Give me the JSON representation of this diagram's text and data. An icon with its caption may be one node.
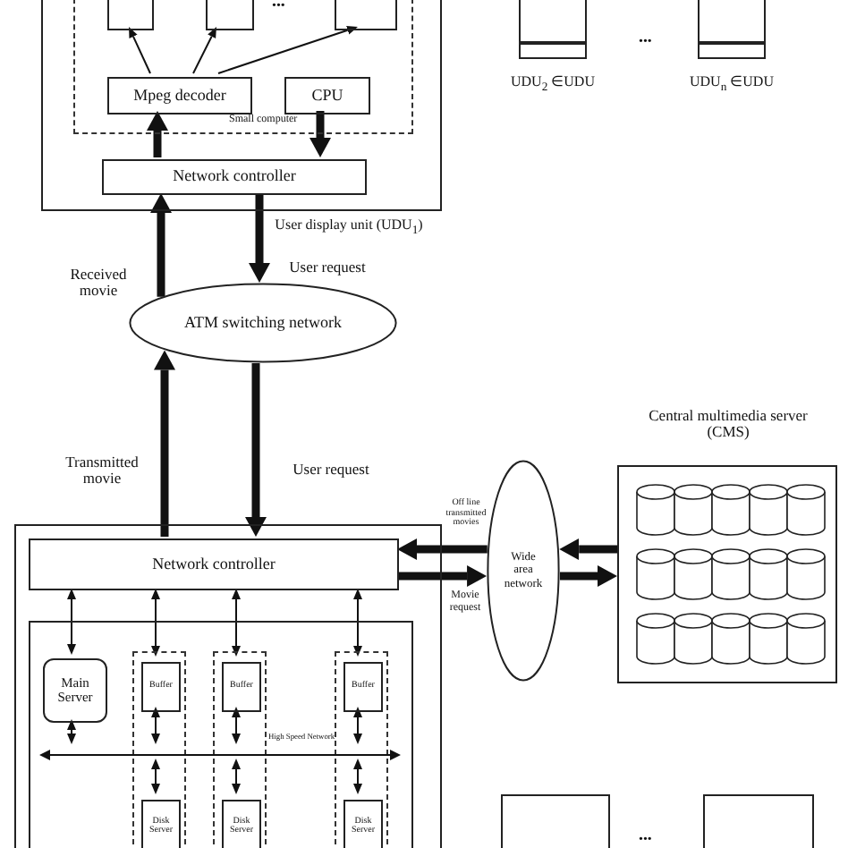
{
  "diagram": {
    "nodes": [
      {
        "text": [],
        "shape": "box",
        "beside": [
          "User display unit (UDU$_{1}$)"
        ]
      },
      {
        "text": [
          "Small computer"
        ],
        "in": 0
      },
      {
        "text": [],
        "shape": "box",
        "in": 1
      },
      {
        "text": [],
        "shape": "box",
        "in": 1
      },
      {
        "text": [],
        "shape": "box",
        "in": 1
      },
      {
        "text": [
          "Mpeg decoder"
        ],
        "in": 1
      },
      {
        "text": [
          "CPU"
        ],
        "in": 1
      },
      {
        "text": [
          "Network controller"
        ],
        "in": 0
      },
      {
        "text": [],
        "shape": "box",
        "beside": [
          "UDU$_{2}$ ∈UDU"
        ]
      },
      {
        "text": [],
        "shape": "box",
        "beside": [
          "UDU$_{n}$ ∈UDU"
        ]
      },
      {
        "text": [
          "ATM switching network"
        ]
      },
      {
        "text": [],
        "shape": "box"
      },
      {
        "text": [
          "Network controller"
        ],
        "in": 11
      },
      {
        "text": [],
        "shape": "box",
        "in": 11
      },
      {
        "text": [
          "Main Server"
        ],
        "in": 13
      },
      {
        "text": [],
        "shape": "box",
        "in": 13
      },
      {
        "text": [],
        "shape": "box",
        "in": 13
      },
      {
        "text": [],
        "shape": "box",
        "in": 13
      },
      {
        "text": [
          "Buffer"
        ],
        "in": 15
      },
      {
        "text": [
          "Disk Server"
        ],
        "in": 15
      },
      {
        "text": [
          "Buffer"
        ],
        "in": 16
      },
      {
        "text": [
          "Disk Server"
        ],
        "in": 16
      },
      {
        "text": [
          "Buffer"
        ],
        "in": 17
      },
      {
        "text": [
          "Disk Server"
        ],
        "in": 17
      },
      {
        "text": [
          "High Speed Network"
        ],
        "in": 13
      },
      {
        "text": [
          "Wide area network"
        ]
      },
      {
        "text": [
          "Central multimedia server (CMS)"
        ]
      },
      {
        "text": [],
        "shape": "box"
      },
      {
        "text": [],
        "shape": "box"
      }
    ],
    "edges": [
      {
        "from": 5,
        "to": 2,
        "arrow": "to"
      },
      {
        "from": 5,
        "to": 3,
        "arrow": "to"
      },
      {
        "from": 5,
        "to": 4,
        "arrow": "to"
      },
      {
        "from": 7,
        "to": 5,
        "arrow": "to",
        "style": "thick"
      },
      {
        "from": 6,
        "to": 7,
        "arrow": "to",
        "style": "thick"
      },
      {
        "from": 10,
        "to": 7,
        "arrow": "to",
        "style": "thick",
        "label": "Received movie"
      },
      {
        "from": 7,
        "to": 10,
        "arrow": "to",
        "style": "thick",
        "label": "User request"
      },
      {
        "from": 12,
        "to": 10,
        "arrow": "to",
        "style": "thick",
        "label": "Transmitted movie"
      },
      {
        "from": 10,
        "to": 12,
        "arrow": "to",
        "style": "thick",
        "label": "User request"
      },
      {
        "from": 25,
        "to": 12,
        "arrow": "to",
        "style": "thick",
        "label": "Off line transmitted movies"
      },
      {
        "from": 12,
        "to": 25,
        "arrow": "to",
        "style": "thick",
        "label": "Movie request"
      },
      {
        "from": 26,
        "to": 25,
        "arrow": "to",
        "style": "thick"
      },
      {
        "from": 25,
        "to": 26,
        "arrow": "to",
        "style": "thick"
      },
      {
        "from": 12,
        "to": 14,
        "arrow": "both"
      },
      {
        "from": 12,
        "to": 18,
        "arrow": "both"
      },
      {
        "from": 12,
        "to": 20,
        "arrow": "both"
      },
      {
        "from": 12,
        "to": 22,
        "arrow": "both"
      },
      {
        "from": 14,
        "to": 24,
        "arrow": "both"
      },
      {
        "from": 18,
        "to": 24,
        "arrow": "both"
      },
      {
        "from": 20,
        "to": 24,
        "arrow": "both"
      },
      {
        "from": 22,
        "to": 24,
        "arrow": "both"
      },
      {
        "from": 24,
        "to": 19,
        "arrow": "both"
      },
      {
        "from": 24,
        "to": 21,
        "arrow": "both"
      },
      {
        "from": 24,
        "to": 23,
        "arrow": "both"
      }
    ],
    "labels": [
      "•••",
      "•••",
      "•••"
    ]
  }
}
